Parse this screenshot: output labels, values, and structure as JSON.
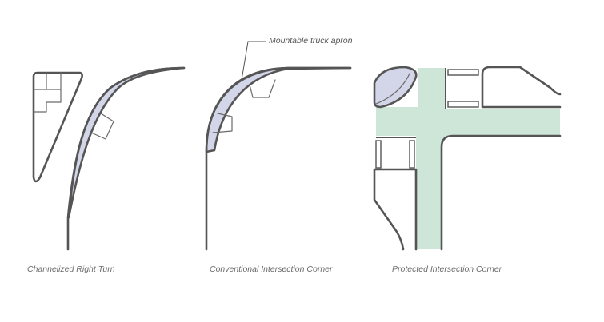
{
  "callout": {
    "label": "Mountable truck apron"
  },
  "captions": {
    "left": "Channelized Right Turn",
    "middle": "Conventional Intersection Corner",
    "right": "Protected Intersection Corner"
  },
  "colors": {
    "outline": "#555555",
    "apron_fill": "#d3d6e8",
    "bike_lane_fill": "#cde6d7",
    "caption_text": "#6b6b6b"
  }
}
